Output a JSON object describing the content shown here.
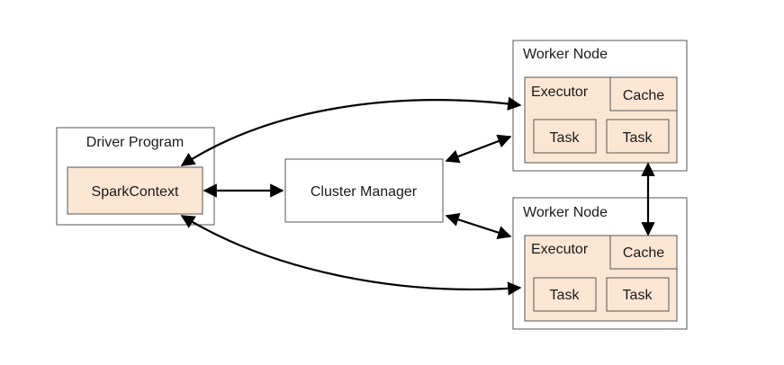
{
  "driver": {
    "title": "Driver Program",
    "context": "SparkContext"
  },
  "cluster_manager": {
    "label": "Cluster Manager"
  },
  "workers": [
    {
      "title": "Worker Node",
      "executor": "Executor",
      "cache": "Cache",
      "tasks": [
        "Task",
        "Task"
      ]
    },
    {
      "title": "Worker Node",
      "executor": "Executor",
      "cache": "Cache",
      "tasks": [
        "Task",
        "Task"
      ]
    }
  ],
  "colors": {
    "box_fill": "#ffffff",
    "box_border": "#555555",
    "component_fill": "#fbe6d4",
    "component_border": "#555555",
    "arrow": "#000000",
    "text": "#1a1a1a"
  }
}
